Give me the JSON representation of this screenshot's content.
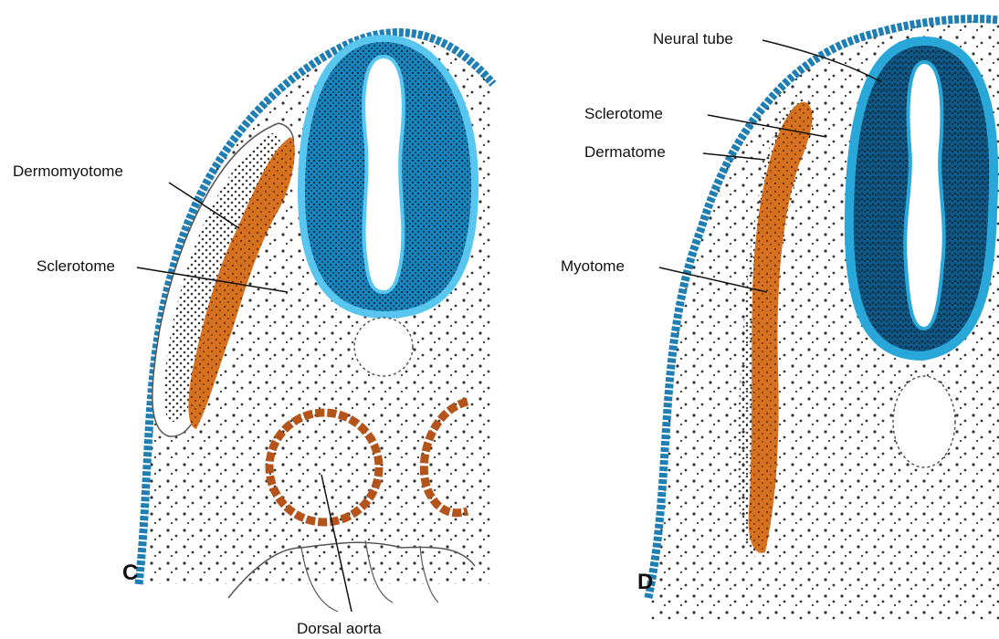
{
  "figure": {
    "panels": [
      {
        "letter": "C",
        "labels": {
          "dermomyotome": "Dermomyotome",
          "sclerotome": "Sclerotome",
          "dorsal_aorta": "Dorsal aorta"
        }
      },
      {
        "letter": "D",
        "labels": {
          "neural_tube": "Neural tube",
          "sclerotome": "Sclerotome",
          "dermatome": "Dermatome",
          "myotome": "Myotome"
        }
      }
    ],
    "colors": {
      "ectoderm_blue": "#1f7fb4",
      "neural_tube_dark": "#0f4f7a",
      "neural_tube_light": "#2aa7d9",
      "neural_tube_edge": "#58c6ef",
      "muscle_orange": "#d6711f",
      "aorta_brown": "#b4531a",
      "cell_dot": "#2a2a2a",
      "outline": "#555555"
    }
  }
}
